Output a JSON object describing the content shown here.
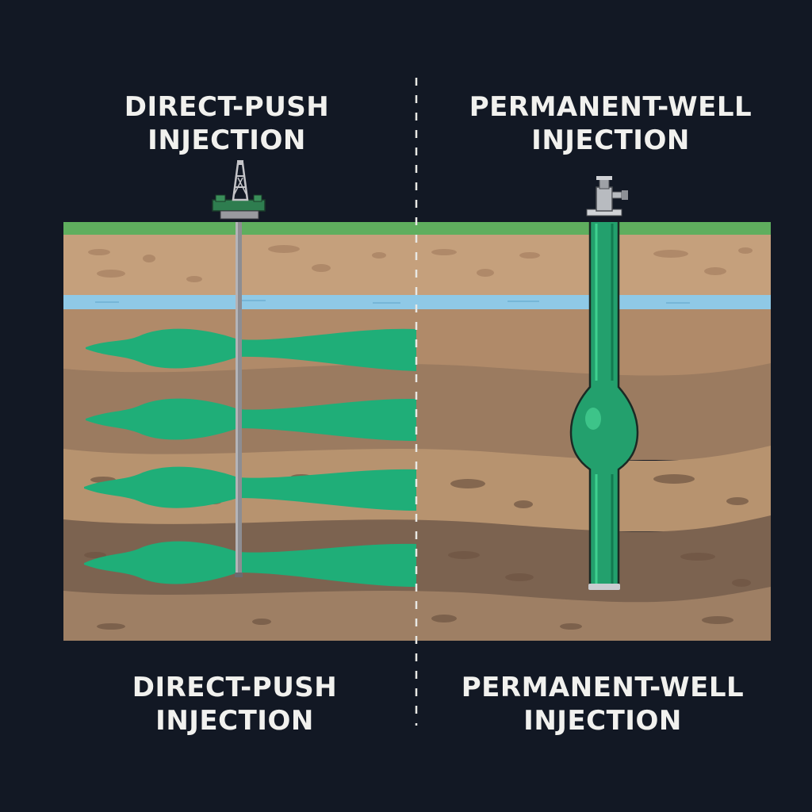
{
  "left_panel": {
    "title_line1": "DIRECT-PUSH",
    "title_line2": "INJECTION"
  },
  "right_panel": {
    "title_line1": "PERMANENT-WELL",
    "title_line2": "INJECTION"
  },
  "left_caption": {
    "line1": "DIRECT-PUSH",
    "line2": "INJECTION"
  },
  "right_caption": {
    "line1": "PERMANENT-WELL",
    "line2": "INJECTION"
  },
  "colors": {
    "background": "#121824",
    "grass": "#5fae5e",
    "groundwater": "#8fc9e6",
    "injectate": "#1fae78",
    "well_casing": "#23a06d",
    "probe_rod": "#8d8d92",
    "text": "#f1f1ee"
  },
  "icons": [
    "drill-rig-icon",
    "wellhead-valve-icon"
  ]
}
